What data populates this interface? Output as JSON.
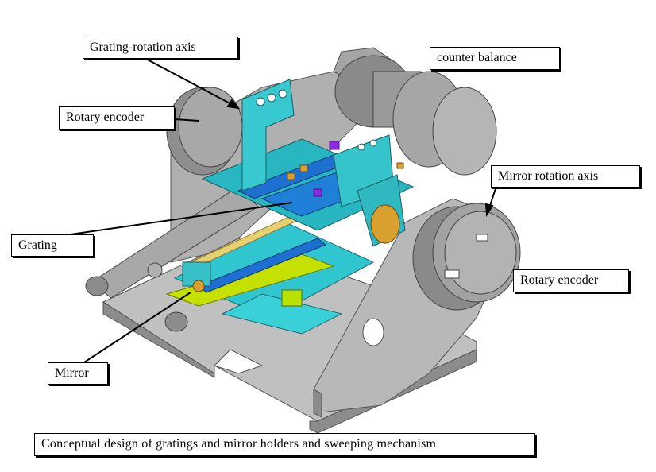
{
  "labels": {
    "grating_rotation_axis": "Grating-rotation axis",
    "counter_balance": "counter balance",
    "rotary_encoder_left": "Rotary encoder",
    "mirror_rotation_axis": "Mirror rotation axis",
    "grating": "Grating",
    "rotary_encoder_right": "Rotary encoder",
    "mirror": "Mirror"
  },
  "caption": "Conceptual design of gratings and mirror holders and sweeping mechanism",
  "colors": {
    "frame": "#b4b4b4",
    "frame_dark": "#8c8c8c",
    "encoder": "#9a9a9a",
    "cyan_block": "#2fc8d0",
    "blue_bar": "#1e6fd0",
    "yellow_green": "#c8e000",
    "orange_roll": "#d8a030",
    "purple": "#8a2be2"
  }
}
